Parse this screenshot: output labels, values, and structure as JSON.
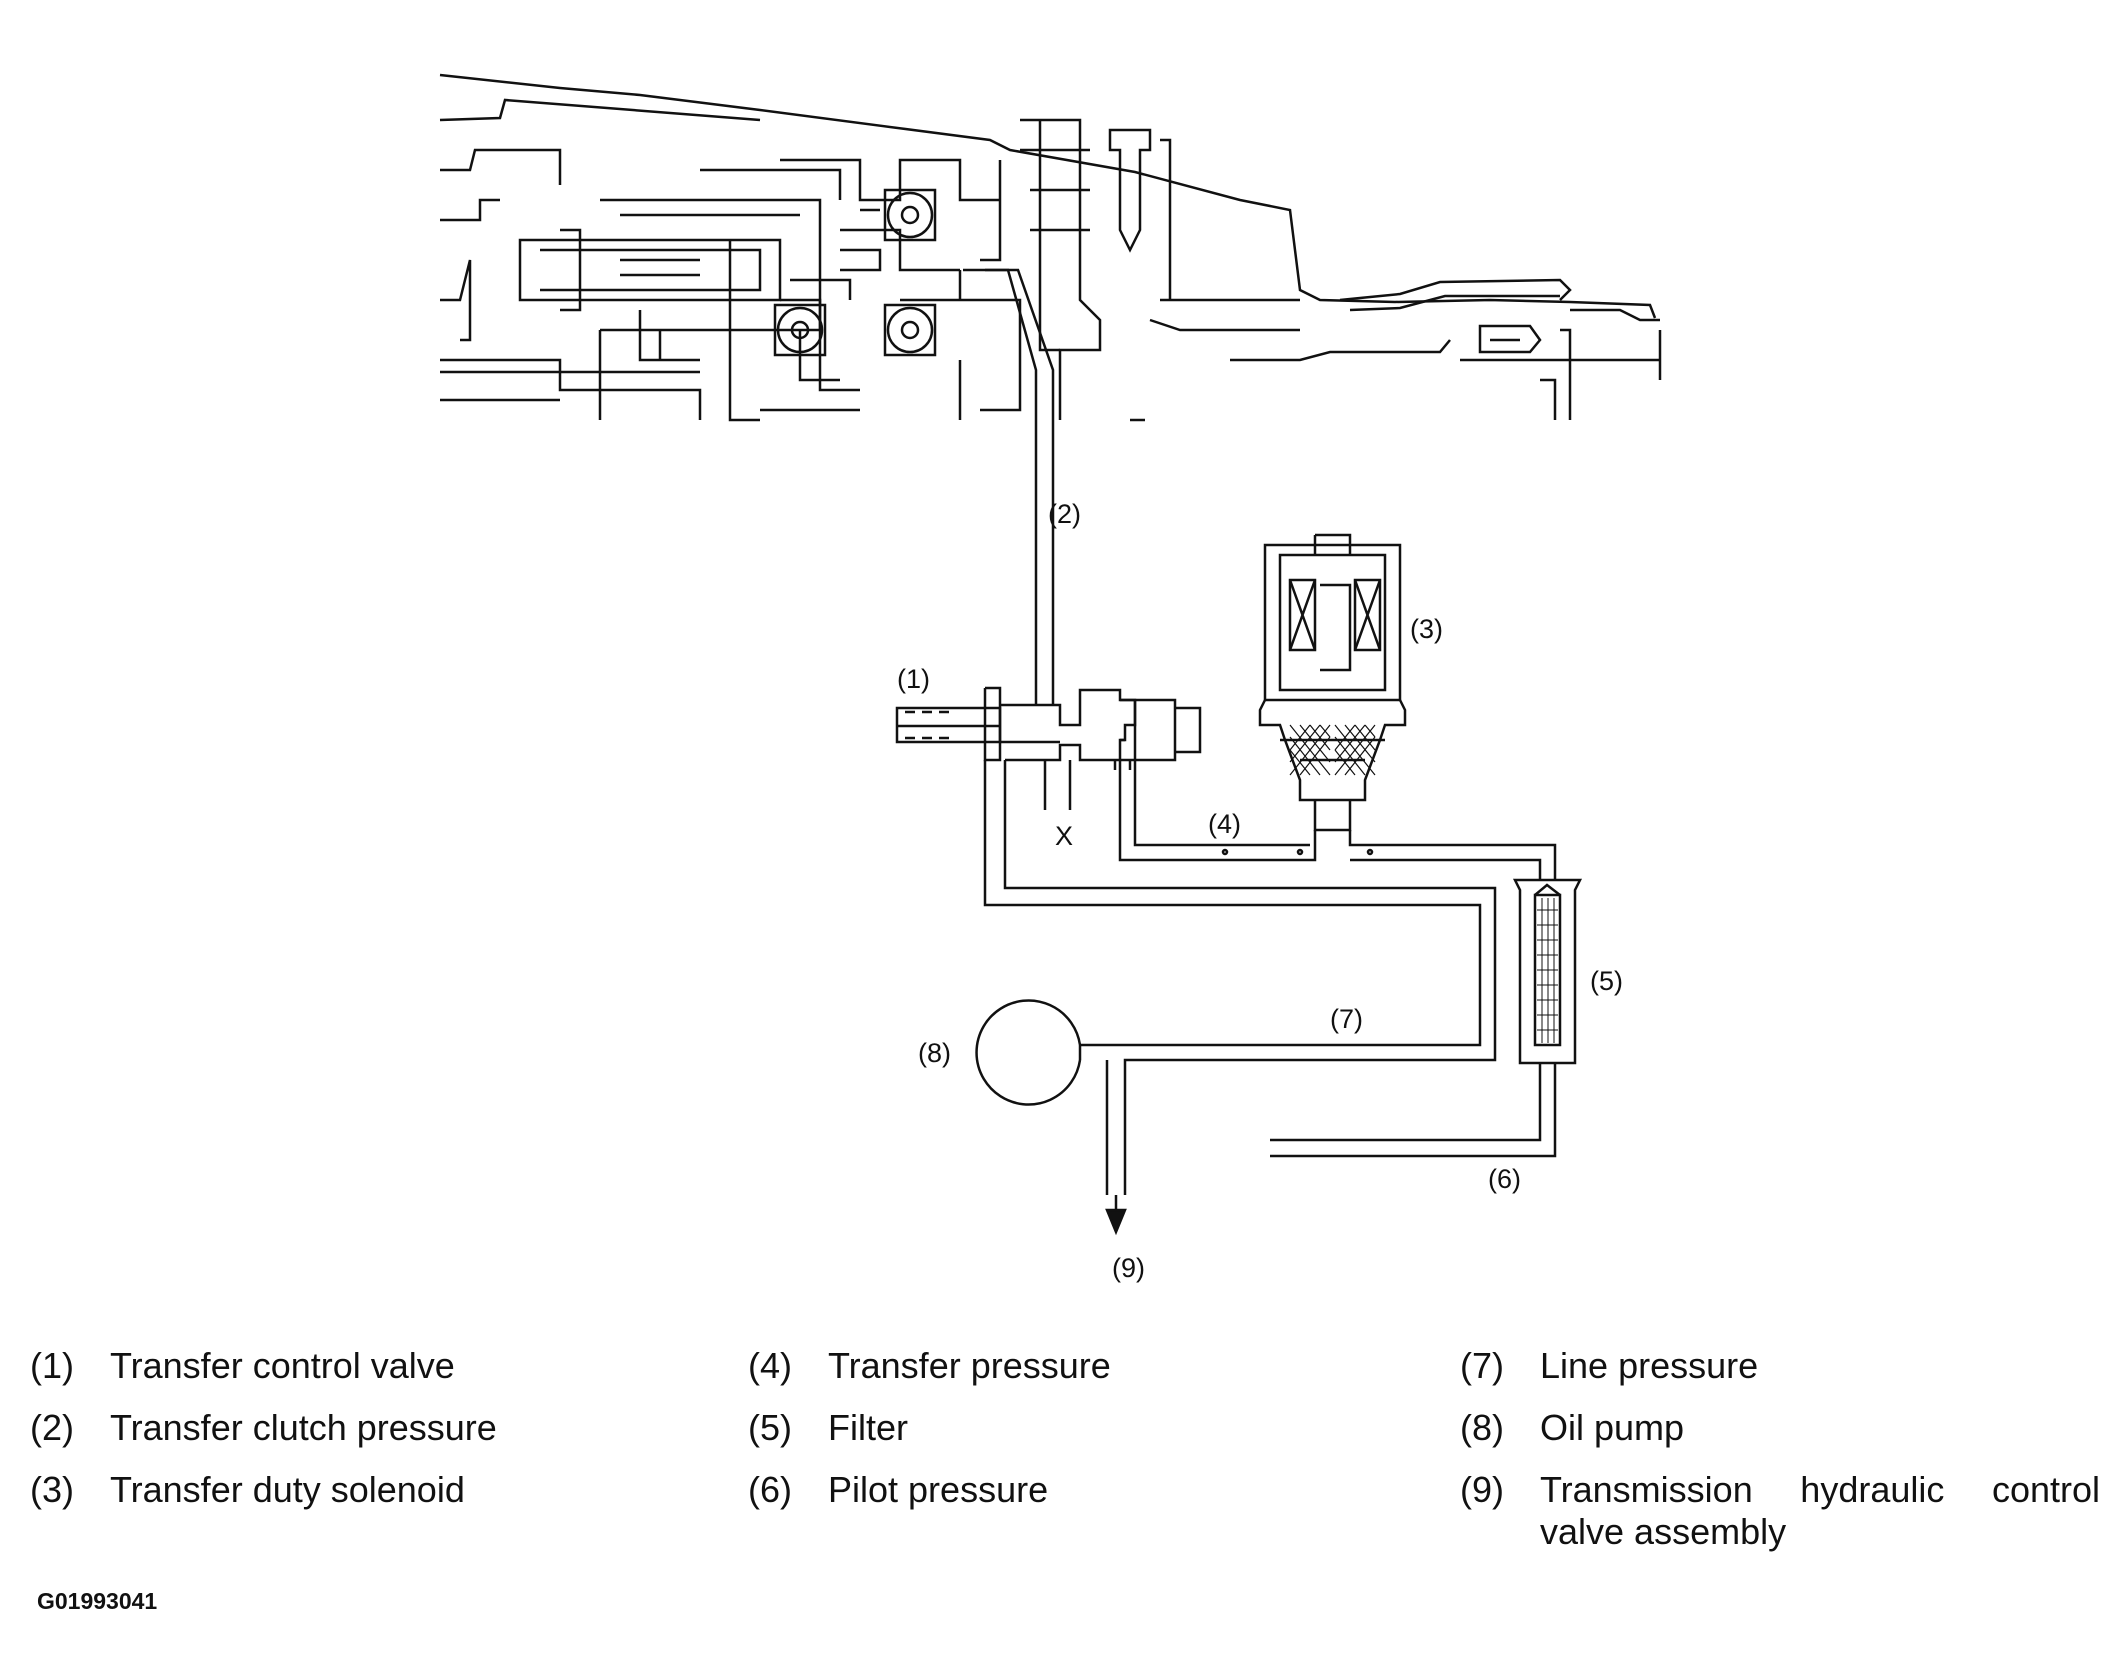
{
  "diagram": {
    "callouts": {
      "c1": "(1)",
      "c2": "(2)",
      "c3": "(3)",
      "c4": "(4)",
      "c5": "(5)",
      "c6": "(6)",
      "c7": "(7)",
      "c8": "(8)",
      "c9": "(9)",
      "x_port": "X"
    }
  },
  "legend": [
    {
      "num": "(1)",
      "text": "Transfer control valve"
    },
    {
      "num": "(2)",
      "text": "Transfer clutch pressure"
    },
    {
      "num": "(3)",
      "text": "Transfer duty solenoid"
    },
    {
      "num": "(4)",
      "text": "Transfer pressure"
    },
    {
      "num": "(5)",
      "text": "Filter"
    },
    {
      "num": "(6)",
      "text": "Pilot pressure"
    },
    {
      "num": "(7)",
      "text": "Line pressure"
    },
    {
      "num": "(8)",
      "text": "Oil pump"
    },
    {
      "num": "(9)",
      "text": "Transmission hydraulic control",
      "text2": "valve assembly"
    }
  ],
  "figure_code": "G01993041"
}
